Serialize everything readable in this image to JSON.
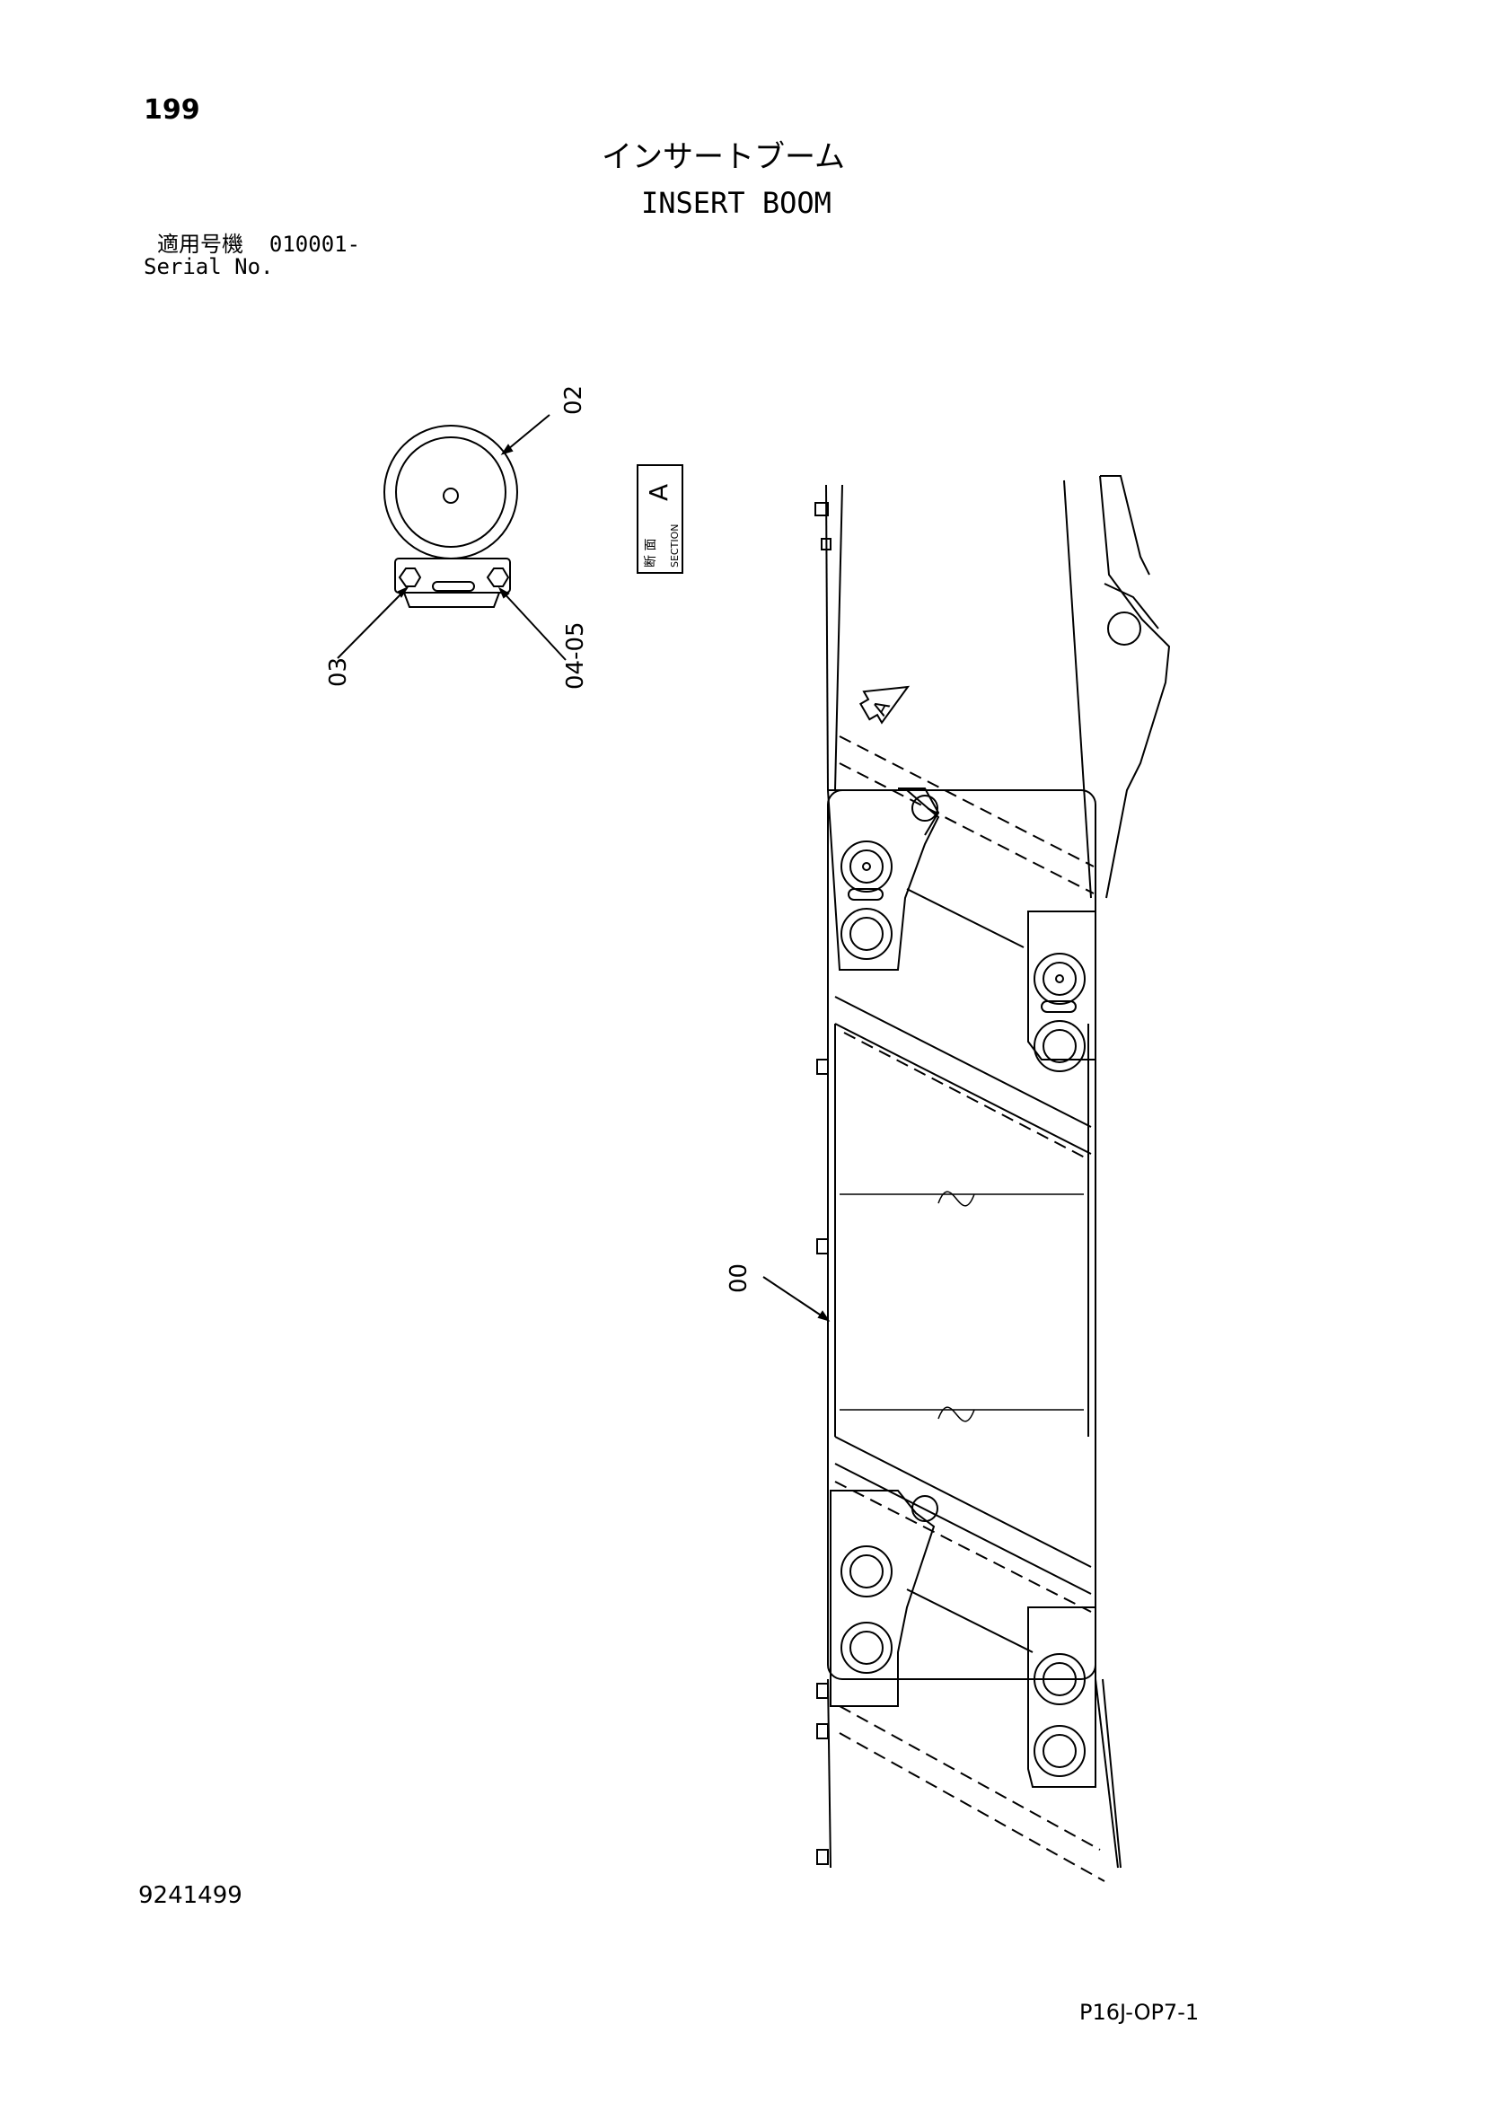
{
  "page_number": "199",
  "title_ja": "インサートブーム",
  "title_en": "INSERT BOOM",
  "serial_label_ja": "適用号機",
  "serial_value": "010001-",
  "serial_label_en": "Serial No.",
  "section_label": {
    "ja": "断 面",
    "en": "SECTION",
    "letter": "A"
  },
  "arrow_label": "A",
  "callouts": {
    "c00": "00",
    "c02": "02",
    "c03": "03",
    "c04_05": "04-05"
  },
  "drawing_number": "9241499",
  "page_code": "P16J-OP7-1"
}
